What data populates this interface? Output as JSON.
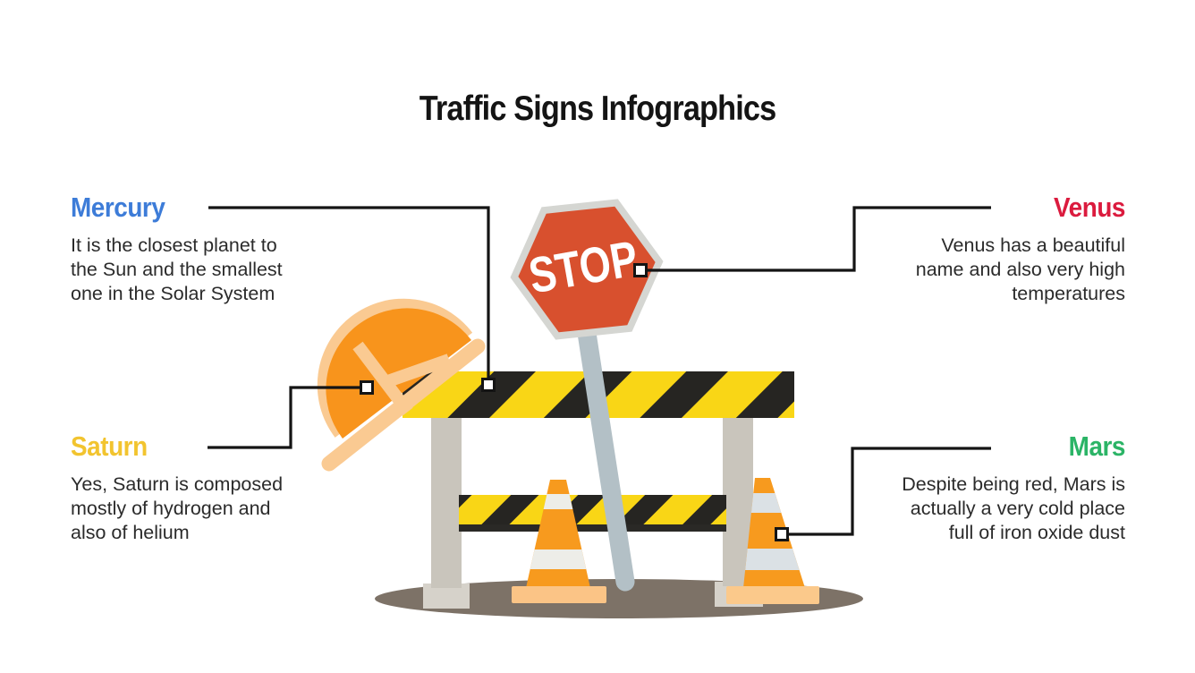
{
  "title": "Traffic Signs Infographics",
  "planets": {
    "mercury": {
      "label": "Mercury",
      "description": "It is the closest planet to the Sun and the smallest one in the Solar System",
      "color": "#3D7CD8"
    },
    "venus": {
      "label": "Venus",
      "description": "Venus has a beautiful name and also very high temperatures",
      "color": "#DB1B3E"
    },
    "saturn": {
      "label": "Saturn",
      "description": "Yes, Saturn is composed mostly of hydrogen and also of helium",
      "color": "#F2C42F"
    },
    "mars": {
      "label": "Mars",
      "description": "Despite being red, Mars is actually a very cold place full of iron oxide dust",
      "color": "#2BB466"
    }
  },
  "illustration": {
    "stop_sign_text": "STOP",
    "colors": {
      "sign_red": "#D8502E",
      "sign_border_gray": "#D5D6D2",
      "barrier_yellow": "#F9D616",
      "stripe_black": "#262522",
      "cone_orange": "#F79A1E",
      "cone_stripe_light": "#E3E7E9",
      "cone_base_peach": "#FBC486",
      "helmet_orange": "#F8941C",
      "helmet_peach": "#FACA92",
      "pole_gray": "#B3C0C6",
      "leg_gray": "#C9C5BC",
      "ground_shadow": "#7D7267",
      "connector": "#141414"
    }
  }
}
